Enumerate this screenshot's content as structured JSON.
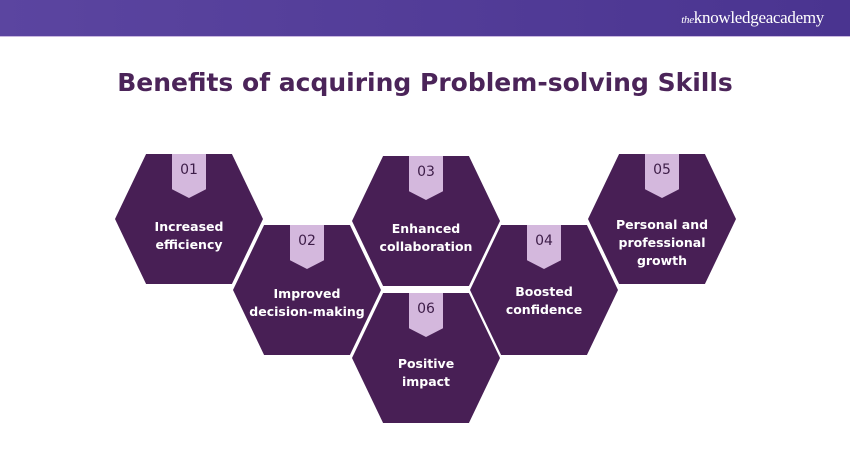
{
  "brand": {
    "logo_prefix": "the",
    "logo_main": "knowledgeacademy"
  },
  "title": "Benefits of acquiring Problem-solving Skills",
  "colors": {
    "hex": "#481f55",
    "tab": "#d4b8dd",
    "title": "#4b2459",
    "header": "#5b45a0"
  },
  "items": [
    {
      "num": "01",
      "label": "Increased efficiency"
    },
    {
      "num": "02",
      "label": "Improved decision-making"
    },
    {
      "num": "03",
      "label": "Enhanced collaboration"
    },
    {
      "num": "04",
      "label": "Boosted confidence"
    },
    {
      "num": "05",
      "label": "Personal and professional growth"
    },
    {
      "num": "06",
      "label": "Positive impact"
    }
  ]
}
